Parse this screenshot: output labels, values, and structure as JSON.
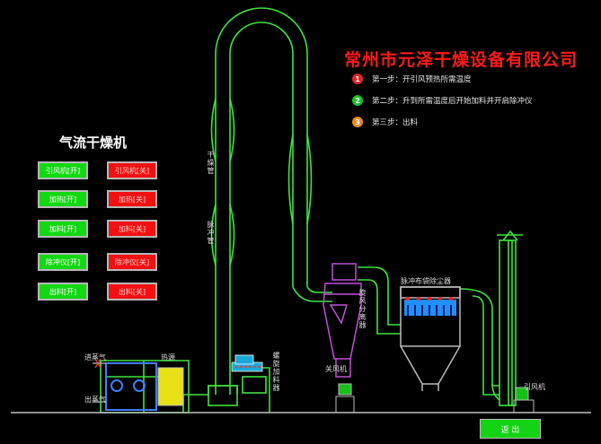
{
  "company_name": "常州市元泽干燥设备有限公司",
  "panel_title": "气流干燥机",
  "steps": [
    {
      "number": "1",
      "text": "第一步：开引风预热所需温度",
      "color": "#e0262a"
    },
    {
      "number": "2",
      "text": "第二步：升到所需温度后开始加料并开启除冲仪",
      "color": "#1fbf2a"
    },
    {
      "number": "3",
      "text": "第三步：出料",
      "color": "#e88a1c"
    }
  ],
  "controls": {
    "on": [
      "引风机[开]",
      "加热[开]",
      "加料[开]",
      "除冲仪[开]",
      "出料[开]"
    ],
    "off": [
      "引风机[关]",
      "加热[关]",
      "加料[关]",
      "除冲仪[关]",
      "出料[关]"
    ]
  },
  "labels": {
    "steam_in": "进蒸气",
    "steam_out": "出蒸气",
    "heat_source": "热源",
    "dry_pipe": "干燥管",
    "pulse_pipe": "脉冲管",
    "screw_feeder": "螺旋加料器",
    "cyclone": "旋风分离器",
    "airlock": "关风机",
    "bag_filter": "脉冲布袋除尘器",
    "fan": "引风机"
  },
  "export_button": "返 出",
  "colors": {
    "pipe": "#3fe33f",
    "equipment": "#a040c0",
    "ground": "#bfbfbf"
  }
}
